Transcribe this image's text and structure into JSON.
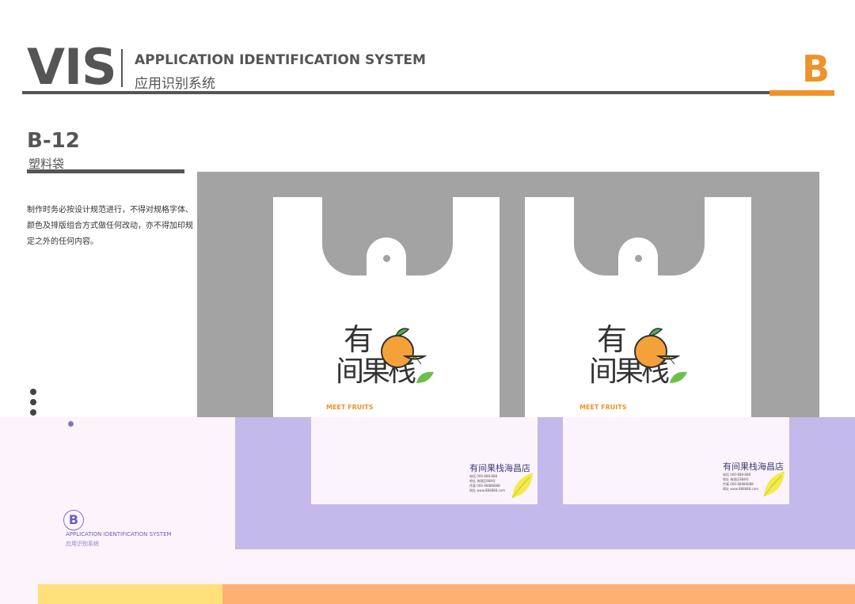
{
  "header": {
    "vis": "VIS",
    "app_en": "APPLICATION IDENTIFICATION SYSTEM",
    "app_cn": "应用识别系统",
    "section_letter": "B"
  },
  "section": {
    "number": "B-12",
    "title_cn": "塑料袋",
    "description": "制作时务必按设计规范进行，不得对规格字体、颜色及排版组合方式做任何改动，亦不得加印规定之外的任何内容。"
  },
  "logo": {
    "cn_top": "有",
    "cn_bottom": "间果栈",
    "en": "MEET FRUITS"
  },
  "store_card": {
    "name": "有间果栈海昌店",
    "lines": [
      "电话  000-888-888",
      "地址  海昌区888号",
      "传真  000-88888888",
      "网址  www.888888.com"
    ]
  },
  "footer": {
    "letter": "B",
    "app_en": "APPLICATION IDENTIFICATION SYSTEM",
    "app_cn": "应用识别系统"
  },
  "colors": {
    "accent": "#f0922a",
    "gray": "#a3a3a3",
    "purple": "#c3b9eb",
    "yellow": "#ffe07a",
    "orange_bar": "#fdb071"
  }
}
